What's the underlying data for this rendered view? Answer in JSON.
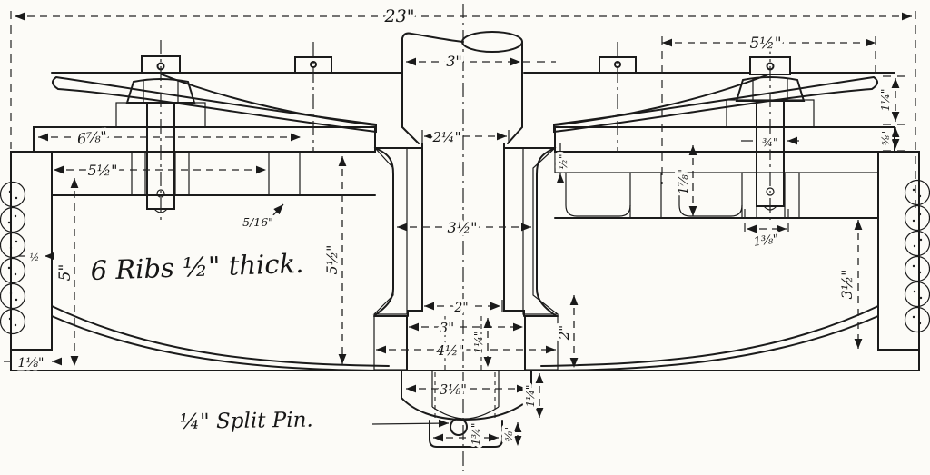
{
  "drawing": {
    "annotations": {
      "ribs_note": "6 Ribs ½\" thick.",
      "split_pin_note": "¼\" Split Pin."
    },
    "dimensions": {
      "overall_width": "23\"",
      "bolt_spacing_right": "5½\"",
      "rod_diameter": "3\"",
      "rod_neck": "2¼\"",
      "flange_width_left": "6⅞\"",
      "window_width_left": "5½\"",
      "interior_height_left": "5\"",
      "fillet_radius": "5/16\"",
      "interior_height_center": "5½\"",
      "hub_diameter": "3½\"",
      "plate_thickness_right": "½\"",
      "pocket_depth_right": "1⅞\"",
      "bolt_diameter": "¾\"",
      "bolt_boss_width": "1⅜\"",
      "interior_height_right": "3½\"",
      "rim_height_far_right": "1¼\"",
      "ring_height_far_right": "⅝\"",
      "rod_end_width": "2\"",
      "cavity_width": "3\"",
      "boss_width": "4½\"",
      "washer_height": "1¼\"",
      "nut_width": "3⅛\"",
      "nut_height": "1¼\"",
      "boss_height": "2\"",
      "cap_height": "⅝\"",
      "cap_width": "1¾\"",
      "wall_thickness_left": "1⅛\"",
      "ring_section_width": "½"
    }
  }
}
